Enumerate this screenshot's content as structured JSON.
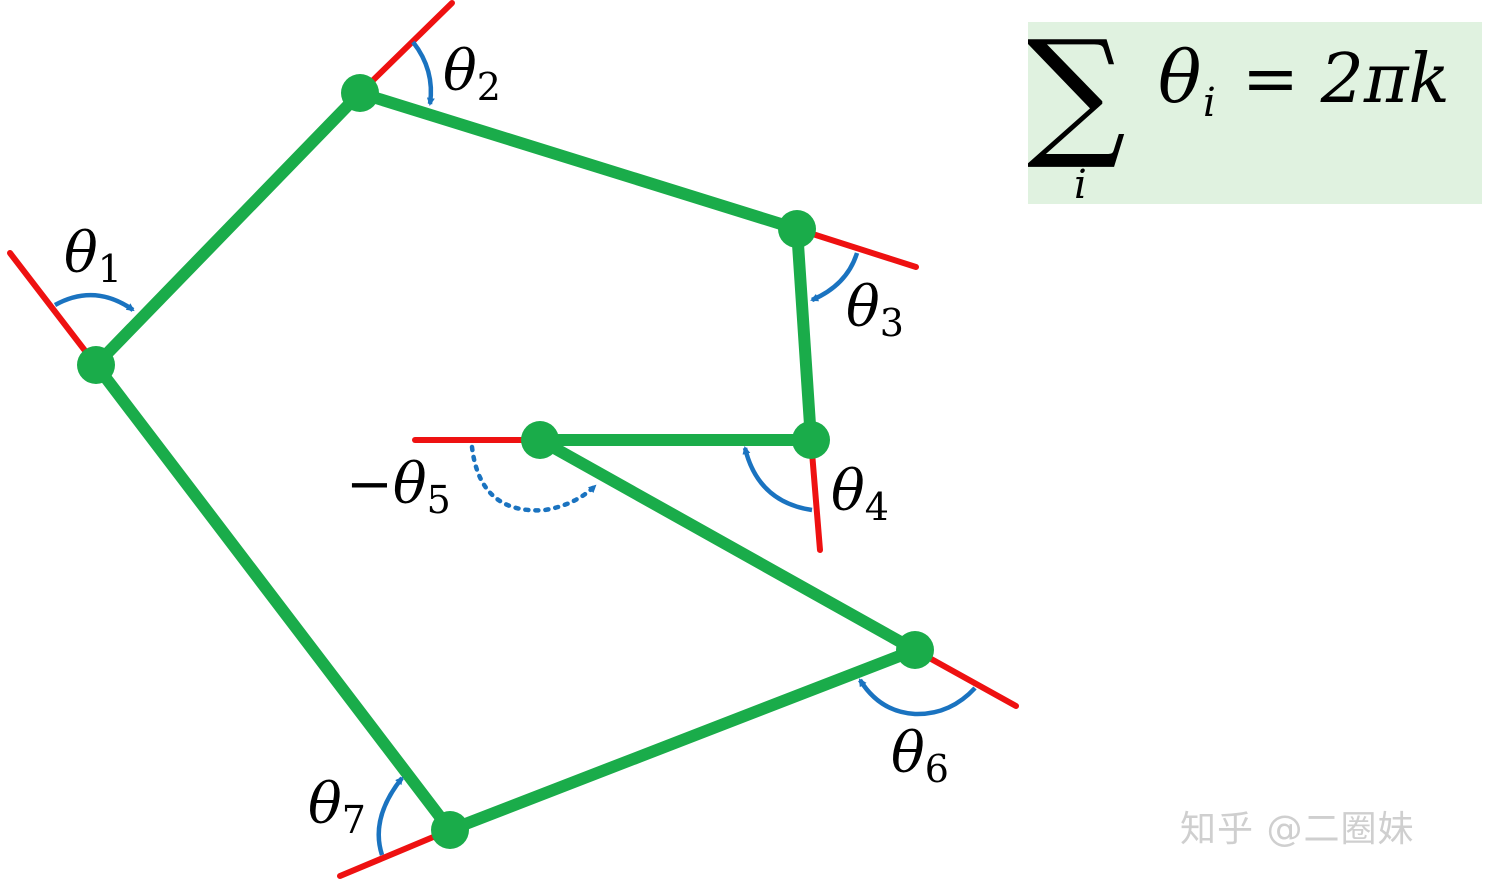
{
  "angle_labels": [
    {
      "sym": "θ",
      "sub": "1"
    },
    {
      "sym": "θ",
      "sub": "2"
    },
    {
      "sym": "θ",
      "sub": "3"
    },
    {
      "sym": "θ",
      "sub": "4"
    },
    {
      "sym": "−θ",
      "sub": "5"
    },
    {
      "sym": "θ",
      "sub": "6"
    },
    {
      "sym": "θ",
      "sub": "7"
    }
  ],
  "formula": {
    "sum": "∑",
    "index": "i",
    "theta": "θ",
    "theta_sub": "i",
    "rhs": "= 2πk"
  },
  "watermark": "知乎 @二圈妹",
  "colors": {
    "polygon": "#1aac4a",
    "extension": "#ee1111",
    "arc": "#1a73c0",
    "formula_bg": "#e0f2e0"
  }
}
